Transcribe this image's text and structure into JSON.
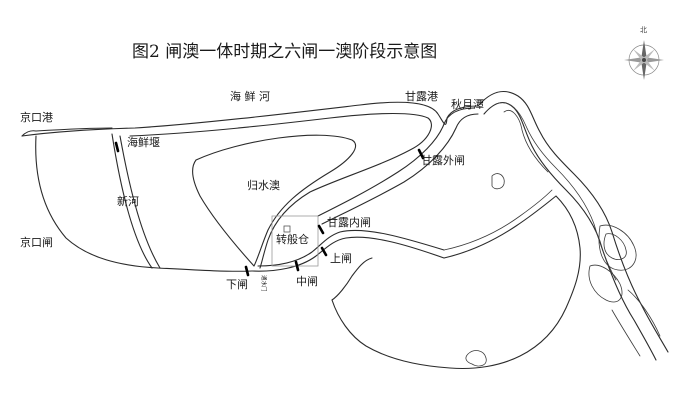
{
  "title": "图2  闸澳一体时期之六闸一澳阶段示意图",
  "compass": {
    "north": "北"
  },
  "labels": {
    "haixian_river": "海    鲜    河",
    "jingkou_harbor": "京口港",
    "haixian_weir": "海鲜堰",
    "new_river": "新河",
    "jingkou_gate": "京口闸",
    "gui_shui_ao": "归水澳",
    "ganlu_harbor": "甘露港",
    "qiuyue_pool": "秋月潭",
    "ganlu_outer_gate": "甘露外闸",
    "ganlu_inner_gate": "甘露内闸",
    "zhuanban_granary": "转般仓",
    "upper_gate": "上闸",
    "middle_gate": "中闸",
    "lower_gate": "下闸",
    "small_vertical": "通水门"
  }
}
